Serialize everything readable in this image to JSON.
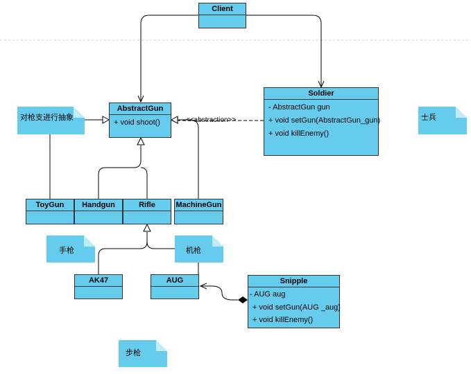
{
  "classes": {
    "client": {
      "name": "Client"
    },
    "abstract_gun": {
      "name": "AbstractGun",
      "members": [
        "+ void shoot()"
      ]
    },
    "soldier": {
      "name": "Soldier",
      "members": [
        "- AbstractGun    gun",
        "+ void setGun(AbstractGun_gun)",
        "+ void killEnemy()"
      ]
    },
    "toygun": {
      "name": "ToyGun"
    },
    "handgun": {
      "name": "Handgun"
    },
    "rifle": {
      "name": "Rifle"
    },
    "machinegun": {
      "name": "MachineGun"
    },
    "ak47": {
      "name": "AK47"
    },
    "aug": {
      "name": "AUG"
    },
    "snipple": {
      "name": "Snipple",
      "members": [
        "- AUG aug",
        "+ void setGun(AUG _aug)",
        "+ void killEnemy()"
      ]
    }
  },
  "notes": {
    "abstract_gun_note": "对枪支进行抽象",
    "soldier_note": "士兵",
    "handgun_note": "手枪",
    "machinegun_note": "机枪",
    "rifle_note": "步枪"
  },
  "labels": {
    "abstraction": "<<abstraction>>"
  },
  "colors": {
    "class_fill": "#66ccee",
    "stroke": "#333333",
    "page_divider": "#cccccc"
  }
}
